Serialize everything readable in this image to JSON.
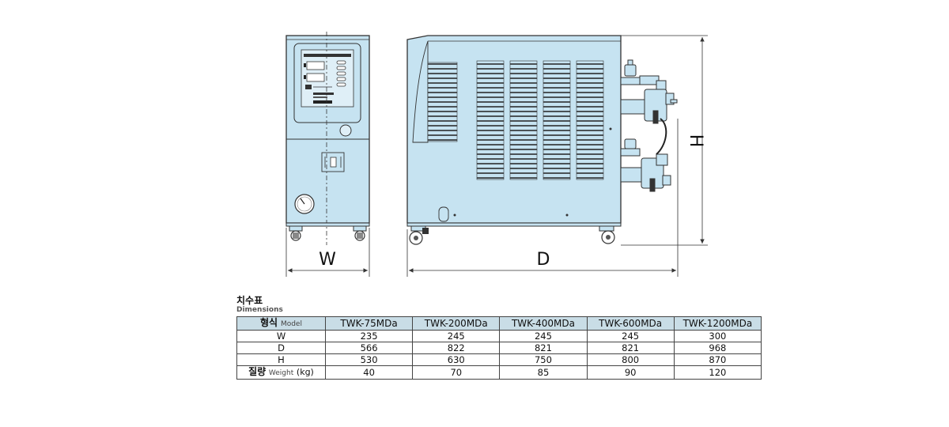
{
  "drawing": {
    "dimension_labels": {
      "width": "W",
      "depth": "D",
      "height": "H"
    }
  },
  "table": {
    "caption_ko": "치수표",
    "caption_en": "Dimensions",
    "header": {
      "label_ko": "형식",
      "label_en": "Model"
    },
    "models": [
      "TWK-75MDa",
      "TWK-200MDa",
      "TWK-400MDa",
      "TWK-600MDa",
      "TWK-1200MDa"
    ],
    "rows": [
      {
        "label": "W",
        "values": [
          "235",
          "245",
          "245",
          "245",
          "300"
        ]
      },
      {
        "label": "D",
        "values": [
          "566",
          "822",
          "821",
          "821",
          "968"
        ]
      },
      {
        "label": "H",
        "values": [
          "530",
          "630",
          "750",
          "800",
          "870"
        ]
      }
    ],
    "weight_row": {
      "label_ko": "질량",
      "label_en": "Weight",
      "unit": "(kg)",
      "values": [
        "40",
        "70",
        "85",
        "90",
        "120"
      ]
    }
  },
  "colors": {
    "body_fill": "#c6e3f1",
    "line": "#333333",
    "header_fill": "#c9dde6"
  }
}
